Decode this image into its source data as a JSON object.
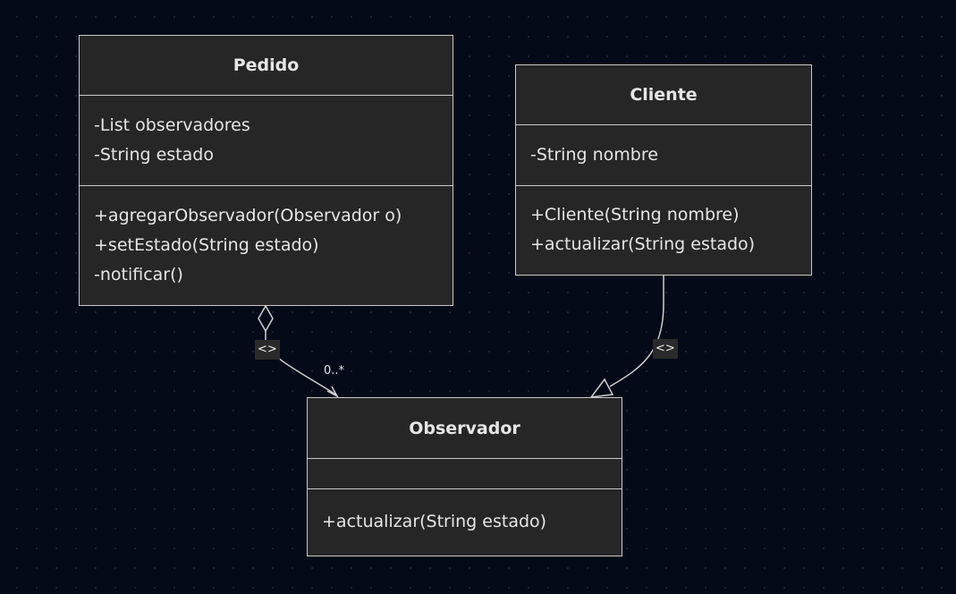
{
  "classes": {
    "pedido": {
      "name": "Pedido",
      "attributes": [
        "-List observadores",
        "-String estado"
      ],
      "methods": [
        "+agregarObservador(Observador o)",
        "+setEstado(String estado)",
        "-notificar()"
      ]
    },
    "cliente": {
      "name": "Cliente",
      "attributes": [
        "-String nombre"
      ],
      "methods": [
        "+Cliente(String nombre)",
        "+actualizar(String estado)"
      ]
    },
    "observador": {
      "name": "Observador",
      "attributes": [],
      "methods": [
        "+actualizar(String estado)"
      ]
    }
  },
  "relations": {
    "aggregation": {
      "from": "Pedido",
      "to": "Observador",
      "label": "<>",
      "multiplicity": "0..*"
    },
    "realization": {
      "from": "Cliente",
      "to": "Observador",
      "label": "<>"
    }
  },
  "colors": {
    "background": "#050a18",
    "box_fill": "#262626",
    "border": "#c9c9c9",
    "text": "#e6e6e6"
  }
}
